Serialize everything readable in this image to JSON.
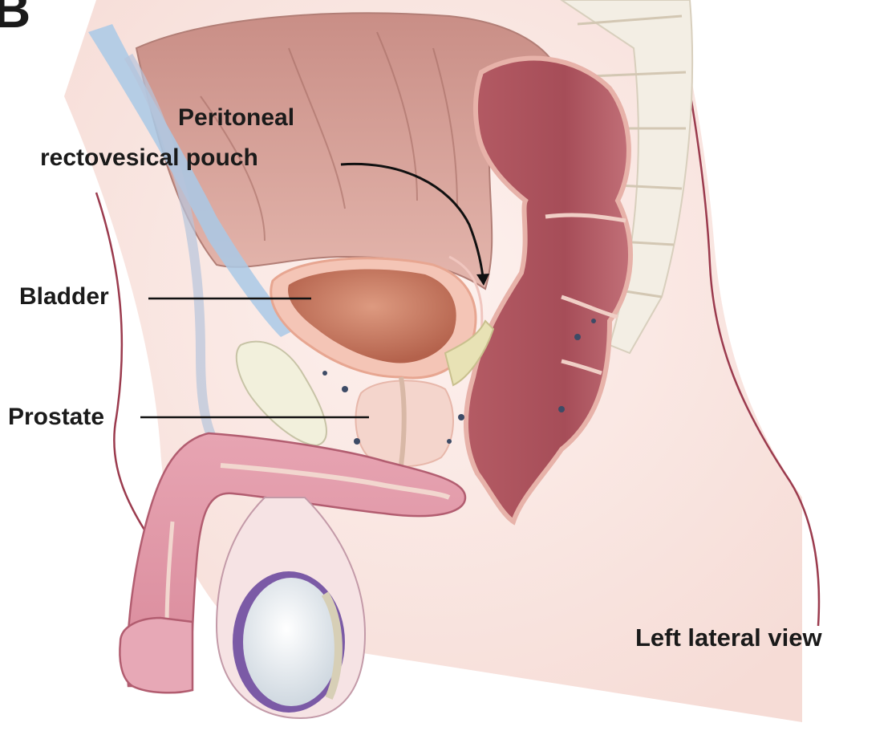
{
  "figure": {
    "panel_letter": "B",
    "view_caption": "Left lateral view"
  },
  "labels": {
    "peritoneal_line1": "Peritoneal",
    "peritoneal_line2": "rectovesical pouch",
    "bladder": "Bladder",
    "prostate": "Prostate"
  },
  "colors": {
    "skin_outline": "#9b3b4e",
    "rectum": "#b05a63",
    "bladder": "#c97a63",
    "prostate": "#f2cfc5",
    "vessel_blue": "#a9c9e6",
    "testis": "#e9eef2",
    "tunica": "#7b5aa6",
    "bone": "#f1ede3"
  }
}
